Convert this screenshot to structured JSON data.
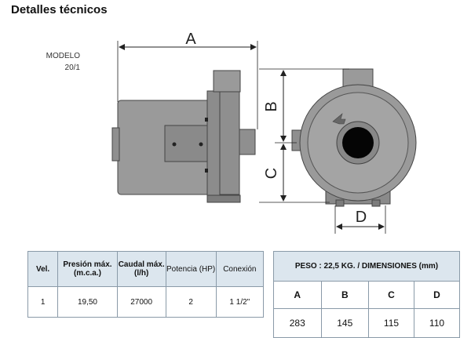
{
  "title": "Detalles técnicos",
  "model": {
    "label": "MODELO",
    "value": "20/1"
  },
  "dimension_letters": {
    "a": "A",
    "b": "B",
    "c": "C",
    "d": "D"
  },
  "specs_table": {
    "headers": [
      "Vel.",
      "Presión máx. (m.c.a.)",
      "Caudal máx. (l/h)",
      "Potencia (HP)",
      "Conexión"
    ],
    "row": [
      "1",
      "19,50",
      "27000",
      "2",
      "1 1/2\""
    ]
  },
  "dimensions_table": {
    "header": "PESO : 22,5 KG. / DIMENSIONES (mm)",
    "columns": [
      "A",
      "B",
      "C",
      "D"
    ],
    "values": [
      "283",
      "145",
      "115",
      "110"
    ]
  },
  "colors": {
    "body": "#8c8c8c",
    "dark": "#5a5a5a",
    "header_bg": "#dce6ee",
    "border": "#8a9aa8"
  }
}
